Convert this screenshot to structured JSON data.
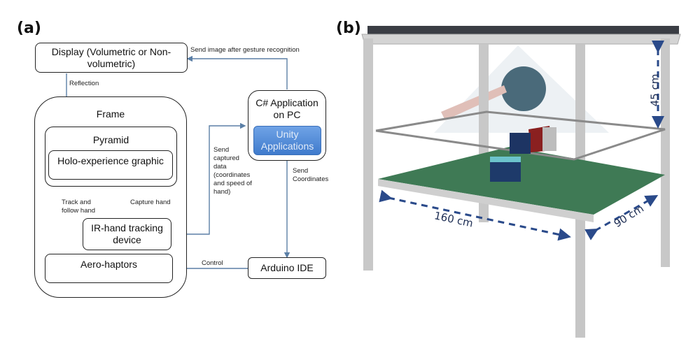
{
  "panel_a": {
    "label": "(a)",
    "boxes": {
      "display": "Display (Volumetric or Non-volumetric)",
      "frame": "Frame",
      "pyramid": "Pyramid",
      "holo": "Holo-experience graphic",
      "ir": "IR-hand tracking device",
      "aero": "Aero-haptors",
      "csharp": "C# Application on PC",
      "unity": "Unity Applications",
      "arduino": "Arduino IDE"
    },
    "edges": {
      "send_image": "Send image after gesture recognition",
      "reflection": "Reflection",
      "track": "Track    and\nfollow hand",
      "capture": "Capture hand",
      "send_captured": "Send\ncaptured\ndata\n(coordinates\nand speed of\nhand)",
      "send_coords": "Send\nCoordinates",
      "control": "Control"
    },
    "colors": {
      "arrow": "#5b7fa6",
      "unity_fill": "#4a86d4",
      "unity_text": "#dfe9f7"
    }
  },
  "panel_b": {
    "label": "(b)",
    "dimensions": {
      "height": "45 cm",
      "length": "160 cm",
      "depth": "90 cm"
    },
    "colors": {
      "frame": "#c8c8c8",
      "base": "#3f7a55",
      "arrow": "#2a4a8a",
      "top": "#3a3d44"
    }
  }
}
